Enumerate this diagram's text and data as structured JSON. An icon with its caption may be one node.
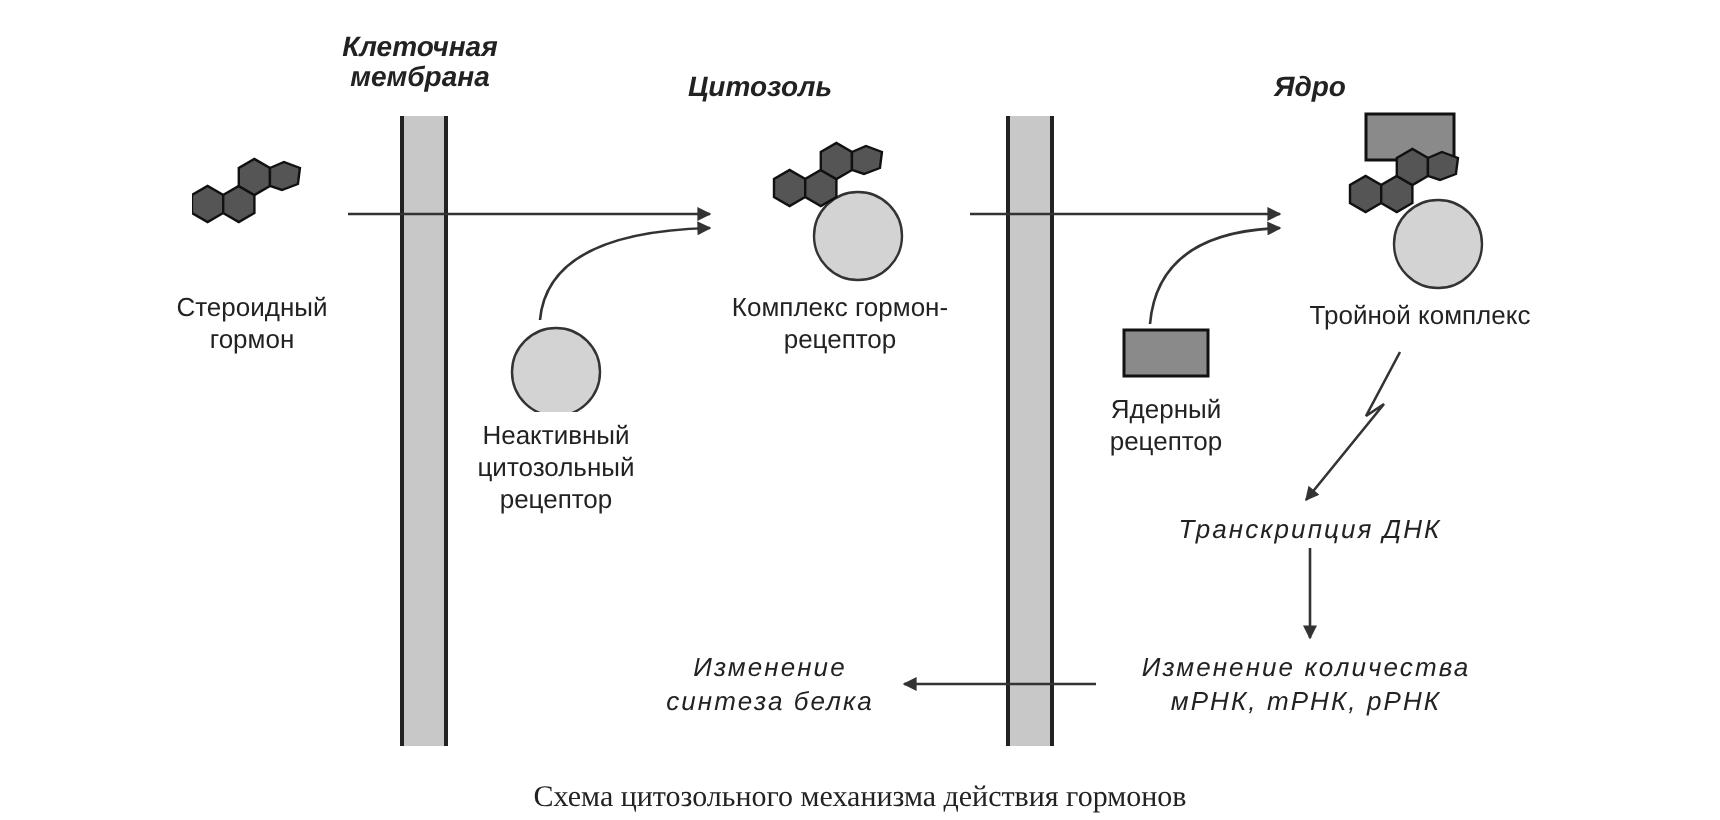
{
  "diagram": {
    "caption": "Схема цитозольного механизма действия гормонов",
    "nodes": [
      {
        "text": [
          "Стероидный гормон"
        ]
      },
      {
        "text": [
          "Комплекс гормон-рецептор"
        ]
      },
      {
        "text": [
          "Неактивный цитозольный рецептор"
        ]
      },
      {
        "text": [
          "Ядерный рецептор"
        ]
      },
      {
        "text": [
          "Тройной комплекс"
        ]
      },
      {
        "text": [
          "Транскрипция ДНК"
        ]
      },
      {
        "text": [
          "Изменение количества мРНК, тРНК, рРНК"
        ]
      },
      {
        "text": [
          "Изменение синтеза белка"
        ]
      }
    ],
    "edges": [
      {
        "from": 0,
        "to": 1,
        "arrow": "to"
      },
      {
        "from": 2,
        "to": 1,
        "arrow": "to"
      },
      {
        "from": 1,
        "to": 4,
        "arrow": "to"
      },
      {
        "from": 3,
        "to": 4,
        "arrow": "to"
      },
      {
        "from": 4,
        "to": 5,
        "arrow": "to"
      },
      {
        "from": 5,
        "to": 6,
        "arrow": "to"
      },
      {
        "from": 6,
        "to": 7,
        "arrow": "to"
      }
    ],
    "labels": [
      "Клеточная мембрана",
      "Цитозоль",
      "Ядро"
    ]
  }
}
